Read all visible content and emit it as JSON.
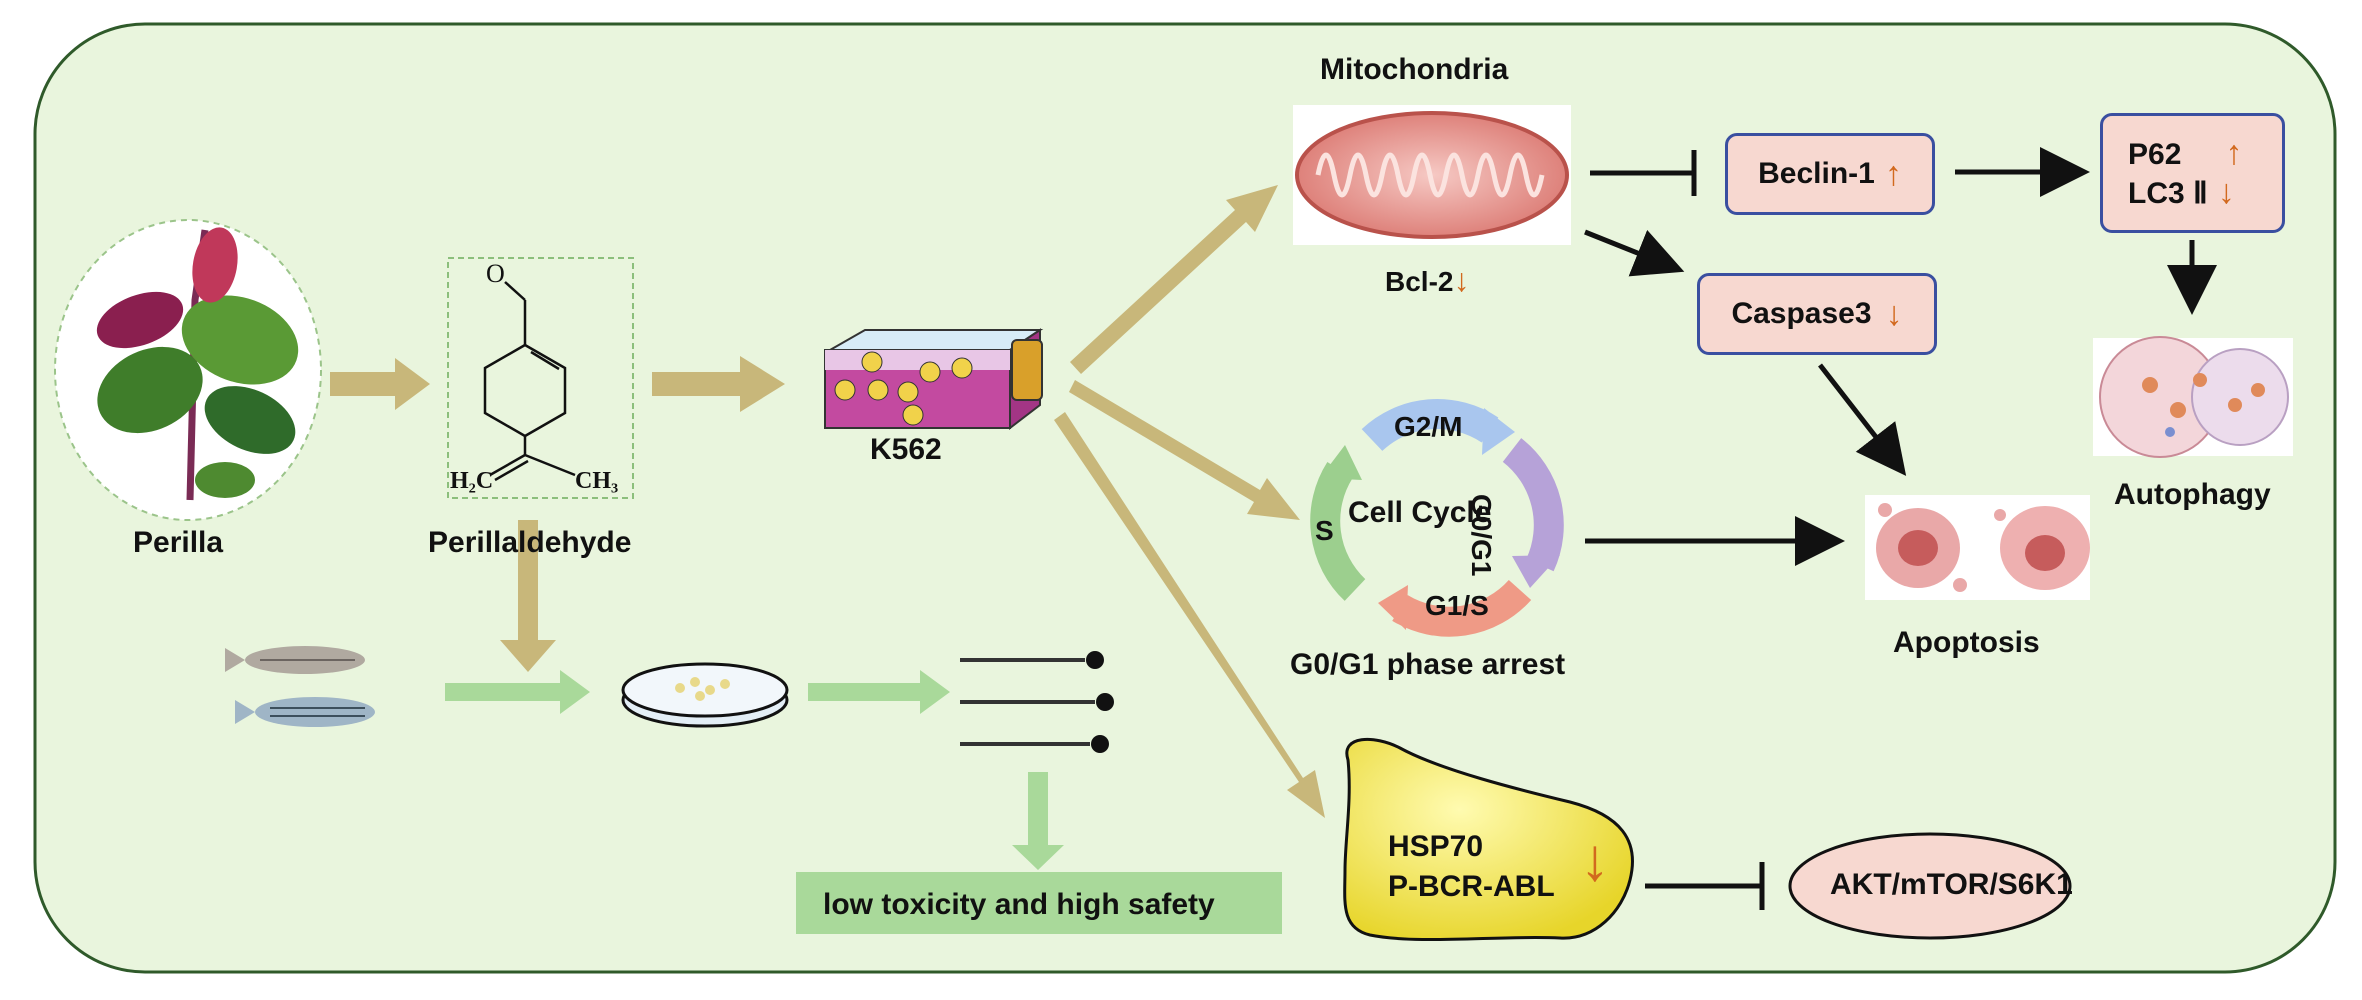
{
  "colors": {
    "background_panel": "#e9f5dd",
    "panel_border": "#2f5a2a",
    "tan_arrow": "#c8b77a",
    "green_arrow": "#a9d99a",
    "pink_box": "#f7d8d0",
    "box_border": "#3a4fa0",
    "regulation_arrow": "#d2691e",
    "hsp_yellow": "#f2e33a"
  },
  "labels": {
    "perilla": "Perilla",
    "perillaldehyde": "Perillaldehyde",
    "k562": "K562",
    "mitochondria": "Mitochondria",
    "bcl2": "Bcl-2",
    "beclin1": "Beclin-1",
    "p62": "P62",
    "lc3": "LC3 Ⅱ",
    "caspase3": "Caspase3",
    "autophagy": "Autophagy",
    "apoptosis": "Apoptosis",
    "cell_cycle": "Cell Cycle",
    "g2m": "G2/M",
    "g0g1": "G0/G1",
    "g1s": "G1/S",
    "s": "S",
    "arrest": "G0/G1 phase arrest",
    "hsp70": "HSP70",
    "pbcrabl": "P-BCR-ABL",
    "akt": "AKT/mTOR/S6K1",
    "toxicity": "low toxicity and high safety"
  },
  "molecule": {
    "aldehyde_o": "O",
    "left_group": "H₂C",
    "right_group": "CH₃"
  },
  "icons": {
    "up_arrow": "↑",
    "down_arrow": "↓"
  }
}
